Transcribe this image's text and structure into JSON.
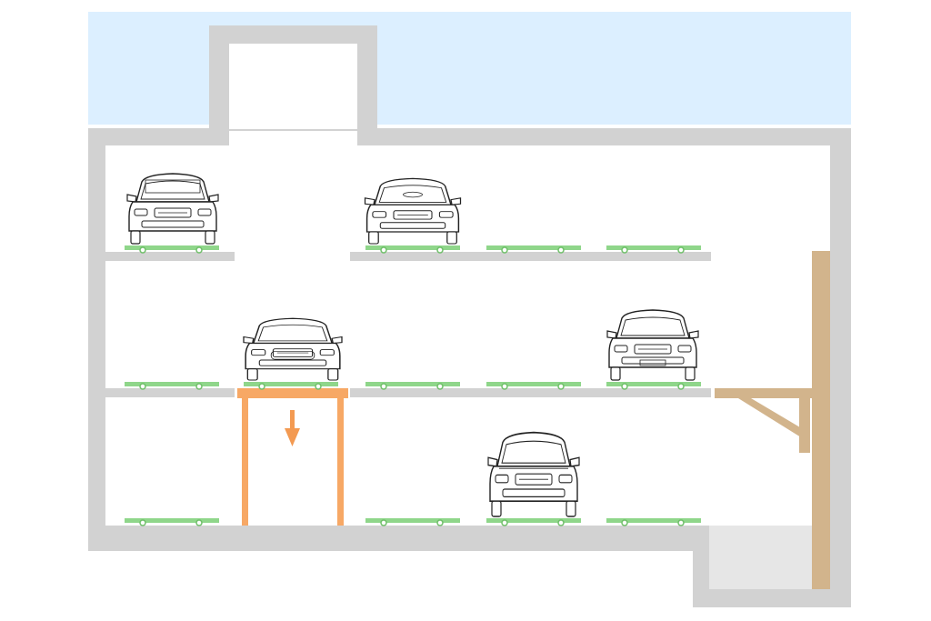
{
  "diagram": {
    "colors": {
      "sky": "#dcefff",
      "wall": "#d2d2d2",
      "wall_dark": "#cccccc",
      "pit_floor": "#e6e6e6",
      "pallet": "#8fd68a",
      "pallet_wheel": "#6fbf69",
      "lift": "#f7a865",
      "arrow": "#f39a52",
      "mast": "#d2b48c",
      "car_stroke": "#222222"
    },
    "levels": [
      "upper",
      "middle",
      "lower"
    ],
    "vehicles": [
      {
        "id": "car-1",
        "icon": "compact-car-front-icon",
        "level": "upper",
        "slot": 1
      },
      {
        "id": "car-2",
        "icon": "roadster-front-icon",
        "level": "upper",
        "slot": 3
      },
      {
        "id": "car-3",
        "icon": "coupe-front-icon",
        "level": "middle",
        "slot": 2
      },
      {
        "id": "car-4",
        "icon": "sedan-front-icon",
        "level": "middle",
        "slot": 6
      },
      {
        "id": "car-5",
        "icon": "suv-front-icon",
        "level": "lower",
        "slot": 5
      }
    ],
    "lift_direction": "down",
    "icons": [
      "lift-arrow-down-icon",
      "stacker-crane-icon"
    ]
  }
}
